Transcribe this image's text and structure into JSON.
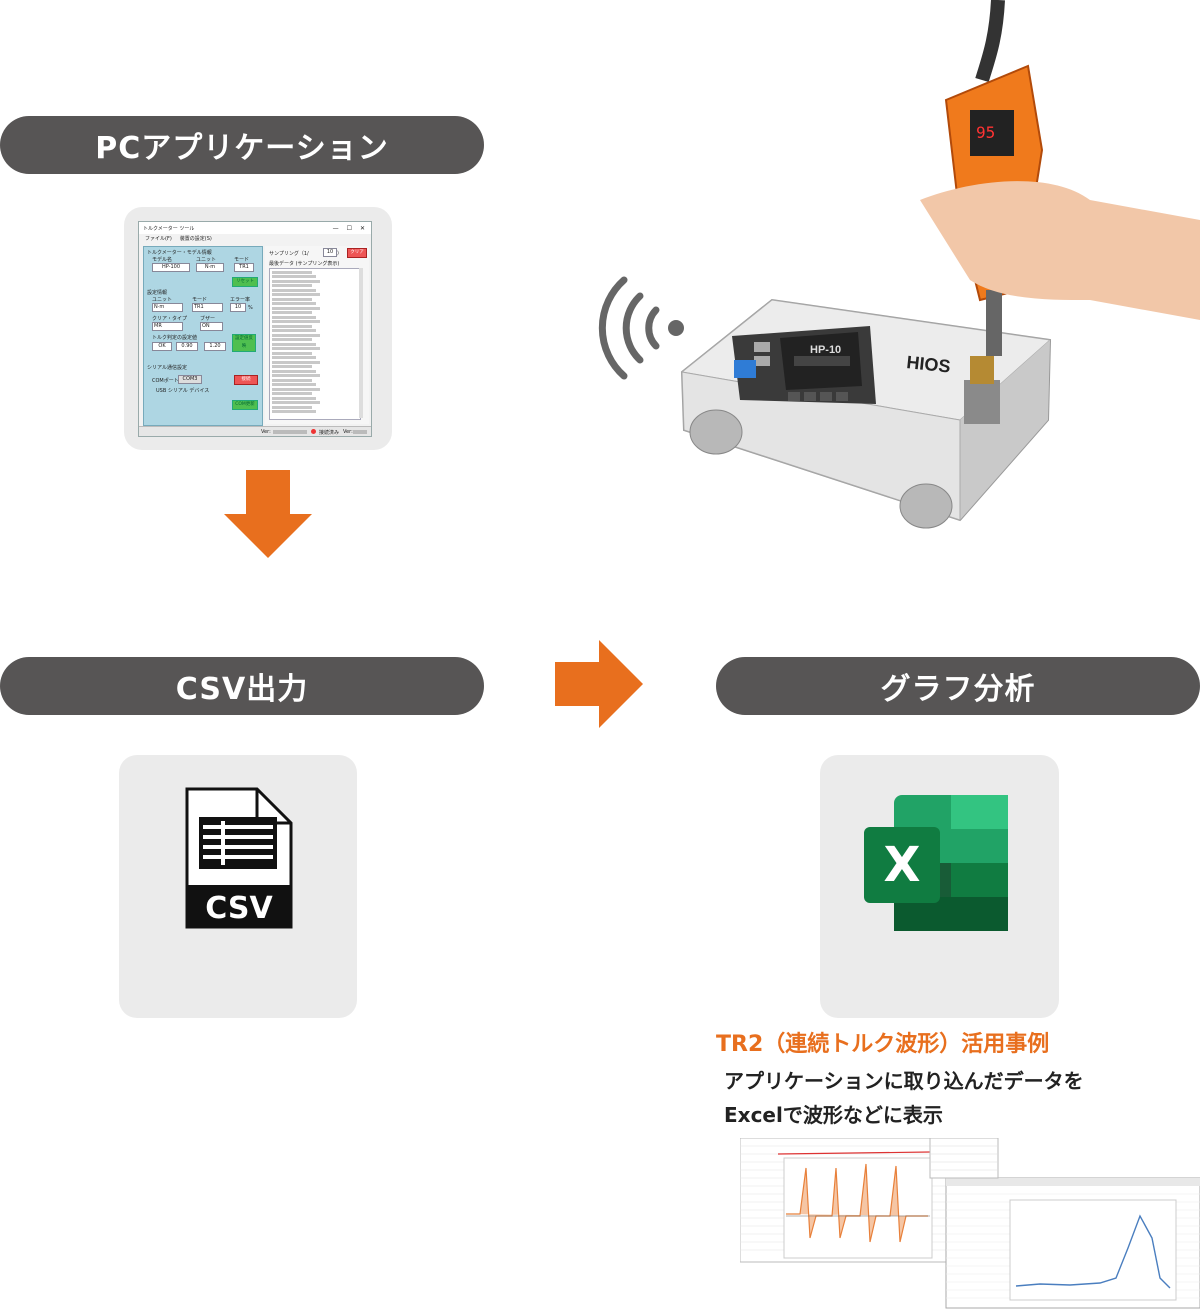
{
  "sections": {
    "pc_app": "PCアプリケーション",
    "csv_output": "CSV出力",
    "graph_analysis": "グラフ分析"
  },
  "csv_icon_label": "CSV",
  "excel_icon_letter": "X",
  "device_brand": "HIOS",
  "device_model": "HP-10",
  "caption": {
    "title": "TR2（連続トルク波形）活用事例",
    "line1": "アプリケーションに取り込んだデータを",
    "line2": "Excelで波形などに表示"
  },
  "app_window": {
    "title": "トルクメーター ツール",
    "menu": [
      "ファイル(F)",
      "装置の設定(S)"
    ],
    "group_model": "トルクメーター・モデル情報",
    "model_label": "モデル名",
    "unit_label": "ユニット",
    "mode_label": "モード",
    "model_value": "HP-100",
    "unit_value": "N·m",
    "mode_value": "TR1",
    "reset_button": "リセット",
    "group_settings": "設定情報",
    "set_unit_label": "ユニット",
    "set_mode_label": "モード",
    "error_label": "エラー率",
    "set_unit_value": "N·m",
    "set_mode_value": "TR1",
    "error_value": "10",
    "error_unit": "%",
    "clear_type_label": "クリア・タイプ",
    "buzzer_label": "ブザー",
    "clear_type_value": "MR",
    "buzzer_value": "ON",
    "torque_judge_label": "トルク判定の設定値",
    "judge_mode_value": "OK",
    "judge_low": "0.90",
    "judge_high": "1.20",
    "judge_button": "設定値反映",
    "group_serial": "シリアル通信設定",
    "com_port_label": "COMポート",
    "com_port_value": "COM3",
    "usb_label": "USB シリアル デバイス",
    "connect_button": "接続",
    "refresh_button": "COM更新",
    "sampling_label": "サンプリング（1/",
    "sampling_value": "10",
    "sampling_suffix": "）",
    "clear_button": "クリア",
    "data_header": "最後データ (サンプリング表示)",
    "status_ver": "Ver:",
    "status_conn": "接続済み",
    "status_ver2": "Ver:"
  }
}
